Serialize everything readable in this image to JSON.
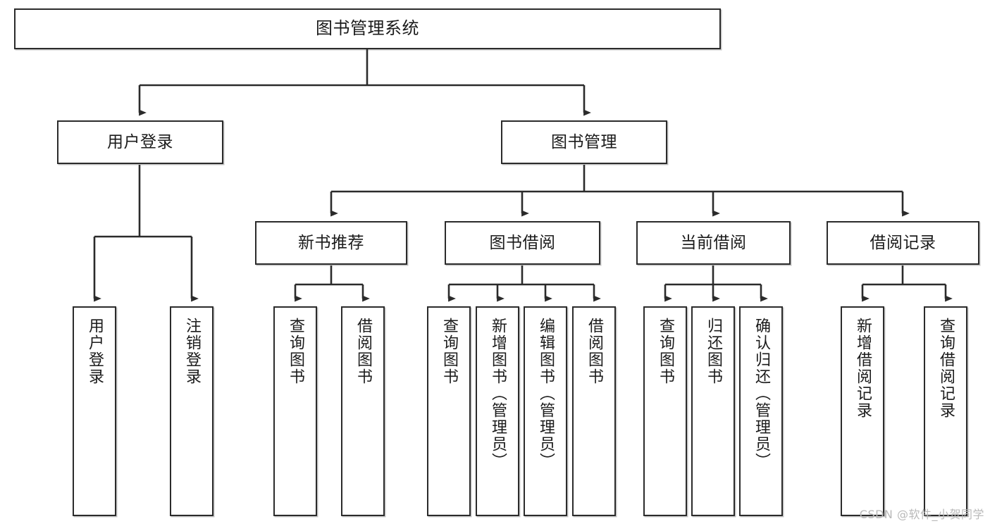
{
  "diagram": {
    "title": "图书管理系统",
    "type": "tree-hierarchy-chart",
    "stroke_color": "#2b2b2b",
    "fill_color": "#ffffff",
    "text_color": "#1b1b1b"
  },
  "watermark": {
    "text": "CSDN @软件_小贺同学",
    "color": "#b9b9b9"
  },
  "nodes": {
    "root": {
      "label": "图书管理系统"
    },
    "level2": [
      {
        "label": "用户登录"
      },
      {
        "label": "图书管理"
      }
    ],
    "level3": [
      {
        "label": "新书推荐"
      },
      {
        "label": "图书借阅"
      },
      {
        "label": "当前借阅"
      },
      {
        "label": "借阅记录"
      }
    ],
    "leaves": {
      "user_login": [
        {
          "label": "用户登录"
        },
        {
          "label": "注销登录"
        }
      ],
      "new_book_recommend": [
        {
          "label": "查询图书"
        },
        {
          "label": "借阅图书"
        }
      ],
      "book_borrow": [
        {
          "label": "查询图书"
        },
        {
          "label": "新增图书（管理员）"
        },
        {
          "label": "编辑图书（管理员）"
        },
        {
          "label": "借阅图书"
        }
      ],
      "current_borrow": [
        {
          "label": "查询图书"
        },
        {
          "label": "归还图书"
        },
        {
          "label": "确认归还（管理员）"
        }
      ],
      "borrow_record": [
        {
          "label": "新增借阅记录"
        },
        {
          "label": "查询借阅记录"
        }
      ]
    }
  }
}
